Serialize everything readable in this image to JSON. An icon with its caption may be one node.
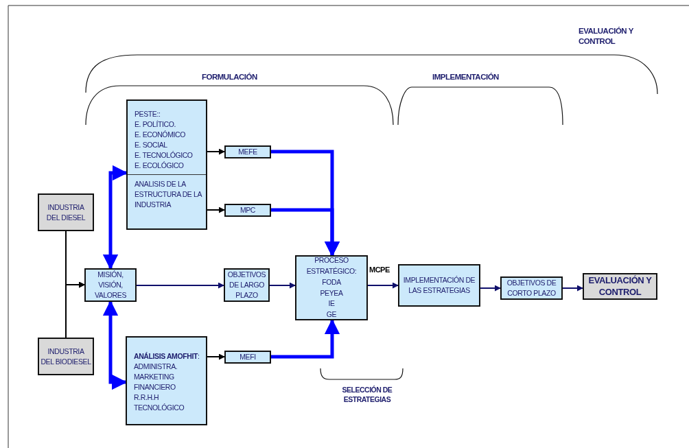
{
  "diagram": {
    "nodes": [
      {
        "text": [
          "INDUSTRIA DEL DIESEL"
        ]
      },
      {
        "text": [
          "INDUSTRIA DEL BIODIESEL"
        ]
      },
      {
        "text": [
          "MISIÓN, VISIÓN, VALORES"
        ]
      },
      {
        "text": [
          "PESTE::",
          "E. POLÍTICO.",
          "E. ECONÓMICO",
          "E. SOCIAL",
          "E. TECNOLÓGICO",
          "E. ECOLÓGICO",
          "ANALISIS DE LA ESTRUCTURA DE LA INDUSTRIA"
        ]
      },
      {
        "text": [
          "MEFE"
        ]
      },
      {
        "text": [
          "MPC"
        ]
      },
      {
        "text": [
          "OBJETIVOS DE LARGO PLAZO"
        ]
      },
      {
        "text": [
          "PROCESO ESTRATÉGICO:",
          "FODA",
          "PEYEA",
          "IE",
          "GE"
        ]
      },
      {
        "text": [
          "**ANÁLISIS AMOFHIT**:",
          "ADMINISTRA.",
          "MARKETING",
          "FINANCIERO",
          "R.R.H.H",
          "TECNOLÓGICO"
        ]
      },
      {
        "text": [
          "MEFI"
        ]
      },
      {
        "text": [
          "IMPLEMENTACIÓN DE LAS ESTRATEGIAS"
        ]
      },
      {
        "text": [
          "OBJETIVOS DE CORTO PLAZO"
        ]
      },
      {
        "text": [
          "EVALUACIÓN Y CONTROL"
        ]
      }
    ],
    "edges": [
      {
        "from": 0,
        "to": 2,
        "arrow": "to",
        "color": "#000000"
      },
      {
        "from": 1,
        "to": 2,
        "arrow": "to",
        "color": "#000000"
      },
      {
        "from": 2,
        "to": 3,
        "arrow": "both",
        "style": "thick",
        "color": "#0000ff"
      },
      {
        "from": 2,
        "to": 8,
        "arrow": "both",
        "style": "thick",
        "color": "#0000ff"
      },
      {
        "from": 2,
        "to": 6,
        "arrow": "to",
        "color": "#0f0f6b"
      },
      {
        "from": 3,
        "to": 4,
        "arrow": "to",
        "color": "#000000"
      },
      {
        "from": 3,
        "to": 5,
        "arrow": "to",
        "color": "#000000"
      },
      {
        "from": 4,
        "to": 7,
        "arrow": "to",
        "style": "thick",
        "color": "#0000ff"
      },
      {
        "from": 5,
        "to": 7,
        "arrow": "to",
        "style": "thick",
        "color": "#0000ff"
      },
      {
        "from": 8,
        "to": 9,
        "arrow": "to",
        "color": "#000000"
      },
      {
        "from": 9,
        "to": 7,
        "arrow": "to",
        "style": "thick",
        "color": "#0000ff"
      },
      {
        "from": 6,
        "to": 7,
        "arrow": "to",
        "color": "#0f0f6b"
      },
      {
        "from": 7,
        "to": 10,
        "arrow": "to",
        "label": "MCPE",
        "color": "#0f0f6b"
      },
      {
        "from": 10,
        "to": 11,
        "arrow": "to",
        "color": "#0f0f6b"
      },
      {
        "from": 11,
        "to": 12,
        "arrow": "to",
        "color": "#0f0f6b"
      }
    ],
    "labels": [
      "EVALUACIÓN Y CONTROL",
      "FORMULACIÓN",
      "IMPLEMENTACIÓN",
      "SELECCIÓN DE ESTRATEGIAS"
    ]
  }
}
